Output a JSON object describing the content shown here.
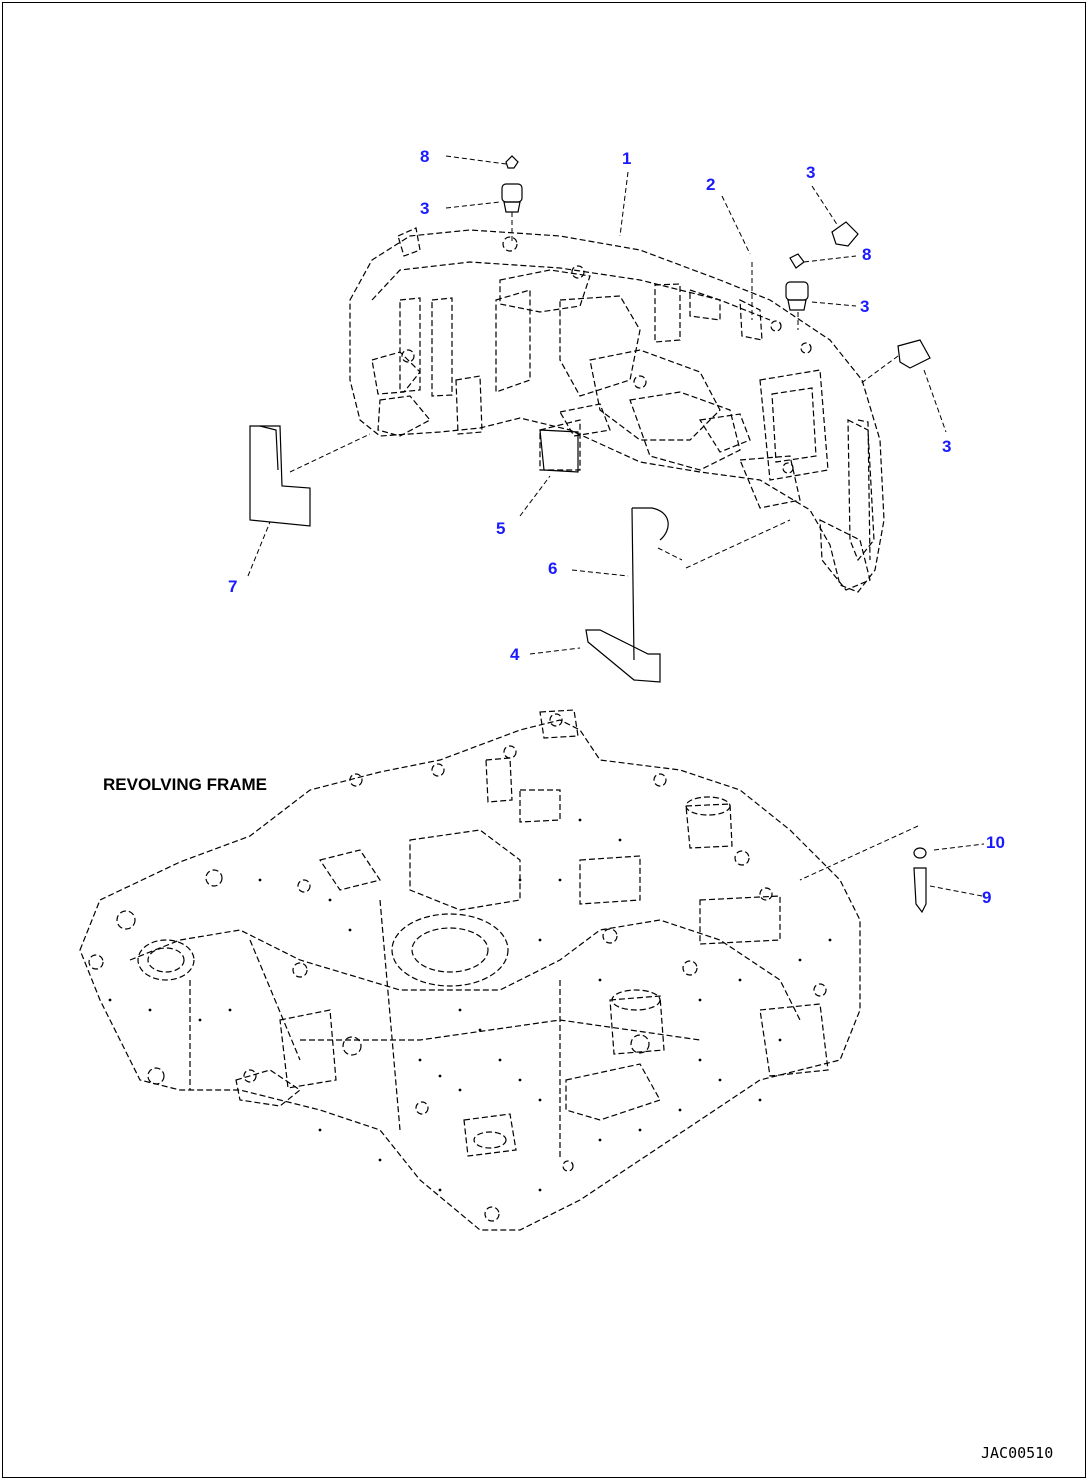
{
  "colors": {
    "callout": "#1a1aff",
    "line": "#000000",
    "background": "#ffffff"
  },
  "frame_label": "REVOLVING FRAME",
  "drawing_id": "JAC00510",
  "callouts": [
    {
      "id": "c8a",
      "text": "8"
    },
    {
      "id": "c1",
      "text": "1"
    },
    {
      "id": "c2",
      "text": "2"
    },
    {
      "id": "c3a",
      "text": "3"
    },
    {
      "id": "c3b",
      "text": "3"
    },
    {
      "id": "c8b",
      "text": "8"
    },
    {
      "id": "c3c",
      "text": "3"
    },
    {
      "id": "c3d",
      "text": "3"
    },
    {
      "id": "c5",
      "text": "5"
    },
    {
      "id": "c7",
      "text": "7"
    },
    {
      "id": "c6",
      "text": "6"
    },
    {
      "id": "c4",
      "text": "4"
    },
    {
      "id": "c10",
      "text": "10"
    },
    {
      "id": "c9",
      "text": "9"
    }
  ]
}
